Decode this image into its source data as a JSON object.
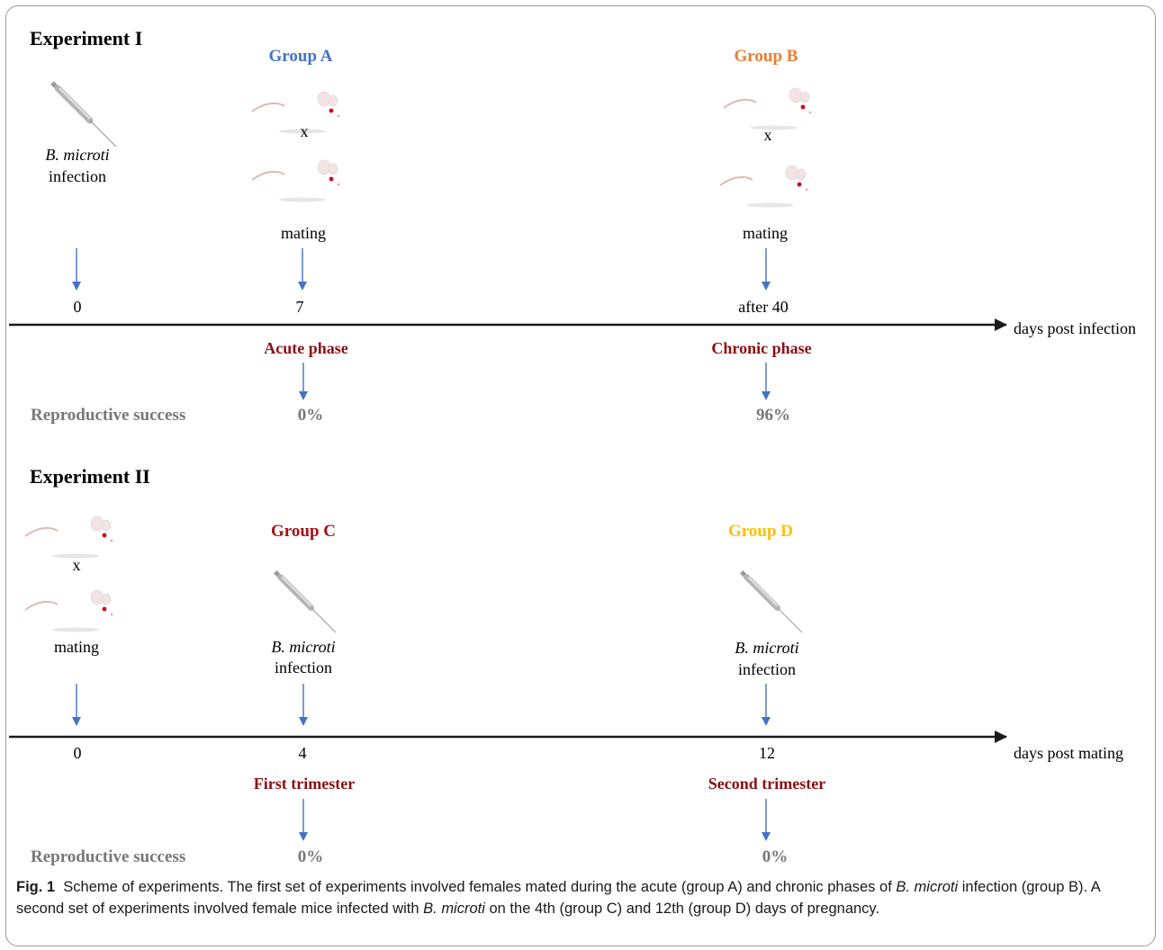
{
  "colors": {
    "group_a": "#4472c4",
    "group_b": "#ed7d31",
    "group_c": "#a50f15",
    "group_d": "#ffc000",
    "phase": "#8b0f12",
    "arrow": "#4472c4",
    "reproductive": "#777777"
  },
  "exp1": {
    "title": "Experiment I",
    "infection_italic": "B. microti",
    "infection_text": "infection",
    "group_a": {
      "label": "Group A",
      "cross": "x",
      "mating": "mating",
      "day": "7",
      "phase": "Acute phase",
      "success": "0%"
    },
    "group_b": {
      "label": "Group B",
      "cross": "x",
      "mating": "mating",
      "day": "after 40",
      "phase": "Chronic phase",
      "success": "96%"
    },
    "start_day": "0",
    "axis_label": "days post infection",
    "repro_label": "Reproductive success"
  },
  "exp2": {
    "title": "Experiment II",
    "cross": "x",
    "mating": "mating",
    "group_c": {
      "label": "Group C",
      "infection_italic": "B. microti",
      "infection_text": "infection",
      "day": "4",
      "phase": "First trimester",
      "success": "0%"
    },
    "group_d": {
      "label": "Group D",
      "infection_italic": "B. microti",
      "infection_text": "infection",
      "day": "12",
      "phase": "Second trimester",
      "success": "0%"
    },
    "start_day": "0",
    "axis_label": "days post mating",
    "repro_label": "Reproductive success"
  },
  "caption": {
    "fig": "Fig. 1",
    "part1": "Scheme of experiments. The first set of experiments involved females mated during the acute (group A) and chronic phases of ",
    "italic1": "B. microti",
    "part2": " infection (group B). A second set of experiments involved female mice infected with ",
    "italic2": "B. microti",
    "part3": " on the 4th (group C) and 12th (group D) days of pregnancy."
  },
  "icons": [
    "mouse-icon",
    "syringe-icon",
    "down-arrow-icon",
    "timeline-axis"
  ]
}
